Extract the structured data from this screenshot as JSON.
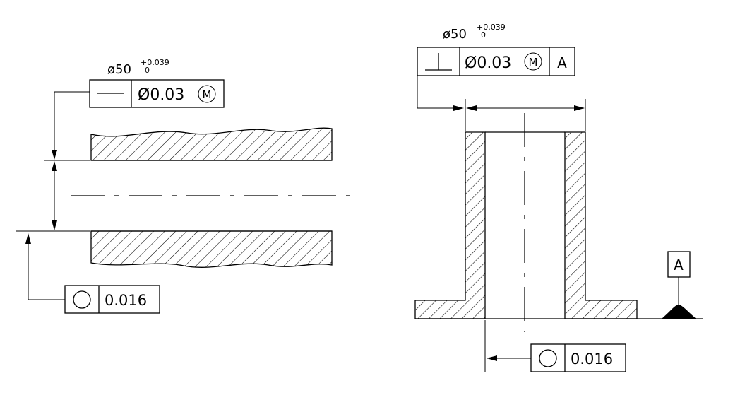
{
  "left_view": {
    "size_dimension": {
      "base": "ø50",
      "upper_tol": "+0.039",
      "lower_tol": "0"
    },
    "fcf": {
      "symbol": "straightness-icon",
      "tolerance": "Ø0.03",
      "modifier": "M"
    },
    "circularity_fcf": {
      "symbol": "circularity-icon",
      "tolerance": "0.016"
    }
  },
  "right_view": {
    "size_dimension": {
      "base": "ø50",
      "upper_tol": "+0.039",
      "lower_tol": "0"
    },
    "fcf": {
      "symbol": "perpendicularity-icon",
      "tolerance": "Ø0.03",
      "modifier": "M",
      "datum": "A"
    },
    "datum_feature": {
      "label": "A"
    },
    "circularity_fcf": {
      "symbol": "circularity-icon",
      "tolerance": "0.016"
    }
  }
}
